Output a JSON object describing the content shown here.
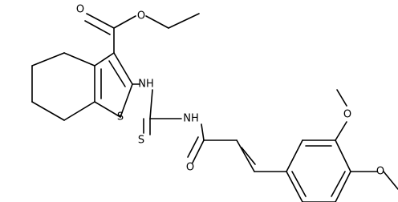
{
  "structure": {
    "background": "#ffffff",
    "bond_color": "#000000",
    "atom_labels": {
      "o_carbonyl_ester": "O",
      "o_ester": "O",
      "s_thiophene": "S",
      "n1": "NH",
      "n2": "NH",
      "s_thione": "S",
      "o_amide": "O",
      "o_meta": "O",
      "o_para": "O"
    }
  }
}
